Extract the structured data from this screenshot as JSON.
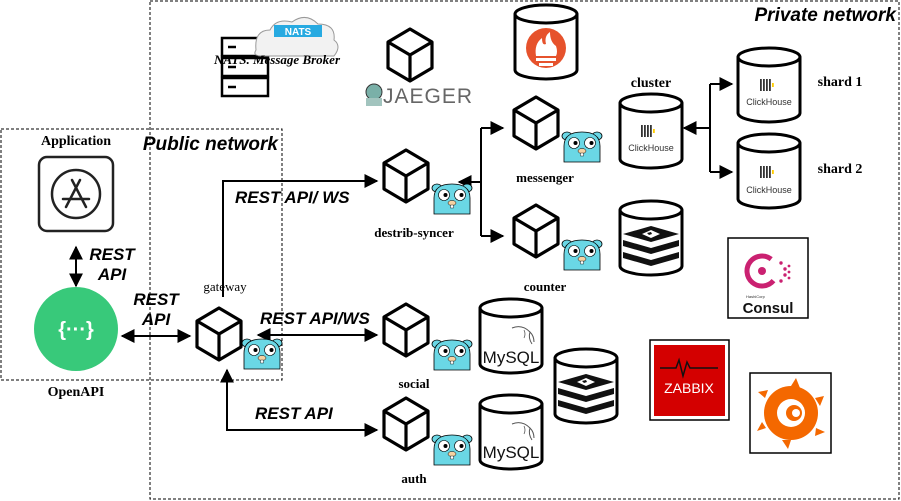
{
  "networks": {
    "private": "Private network",
    "public": "Public network"
  },
  "nodes": {
    "application": "Application",
    "openapi": "OpenAPI",
    "gateway": "gateway",
    "destrib_syncer": "destrib-syncer",
    "messenger": "messenger",
    "counter": "counter",
    "social": "social",
    "auth": "auth",
    "cluster": "cluster",
    "shard1": "shard 1",
    "shard2": "shard 2",
    "nats": "NATS. Message Broker"
  },
  "edges": {
    "app_openapi": [
      "REST",
      "API"
    ],
    "openapi_gateway": [
      "REST",
      "API"
    ],
    "gateway_syncer": "REST API/ WS",
    "gateway_social": "REST API/WS",
    "gateway_auth": "REST API"
  },
  "logos": {
    "nats_badge": "NATS",
    "jaeger": "JAEGER",
    "clickhouse": "ClickHouse",
    "mysql": "MySQL",
    "consul": "Consul",
    "consul_small": "HashiCorp",
    "zabbix": "ZABBIX",
    "openapi_glyph": "{···}"
  },
  "colors": {
    "openapi_green": "#38c97a",
    "gopher_blue": "#6ad7e5",
    "prometheus_red": "#e6522c",
    "zabbix_red": "#d40000",
    "grafana_orange": "#f46800",
    "consul_pink": "#ca2171",
    "redis_dark": "#111111",
    "clickhouse_yellow": "#ffcc01"
  }
}
